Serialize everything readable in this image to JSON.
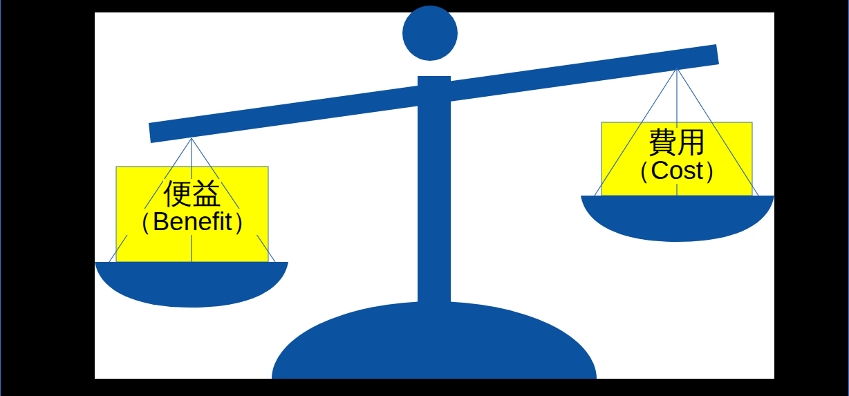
{
  "diagram": {
    "nodes": [
      {
        "text": [
          "便益",
          "（Benefit）"
        ]
      },
      {
        "text": [
          "費用",
          "（Cost）"
        ]
      }
    ]
  }
}
